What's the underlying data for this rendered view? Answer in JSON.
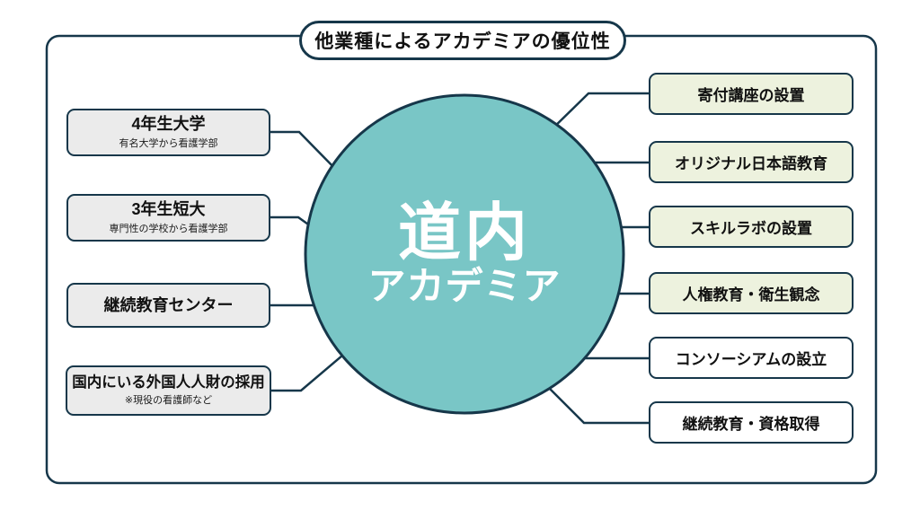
{
  "header": {
    "title": "他業種によるアカデミアの優位性"
  },
  "center": {
    "line1": "道内",
    "line2": "アカデミア"
  },
  "left_items": [
    {
      "label": "4年生大学",
      "sublabel": "有名大学から看護学部"
    },
    {
      "label": "3年生短大",
      "sublabel": "専門性の学校から看護学部"
    },
    {
      "label": "継続教育センター",
      "sublabel": ""
    },
    {
      "label": "国内にいる外国人人財の採用",
      "sublabel": "※現役の看護師など"
    }
  ],
  "right_items": [
    {
      "label": "寄付講座の設置",
      "highlighted": true
    },
    {
      "label": "オリジナル日本語教育",
      "highlighted": true
    },
    {
      "label": "スキルラボの設置",
      "highlighted": true
    },
    {
      "label": "人権教育・衛生観念",
      "highlighted": true
    },
    {
      "label": "コンソーシアムの設立",
      "highlighted": false
    },
    {
      "label": "継続教育・資格取得",
      "highlighted": false
    }
  ],
  "colors": {
    "outline": "#16374A",
    "circle_fill": "#79C6C6",
    "left_box_fill": "#EBEBEB",
    "highlight_box_fill": "#EDF2DE",
    "plain_box_fill": "#FFFFFF"
  }
}
